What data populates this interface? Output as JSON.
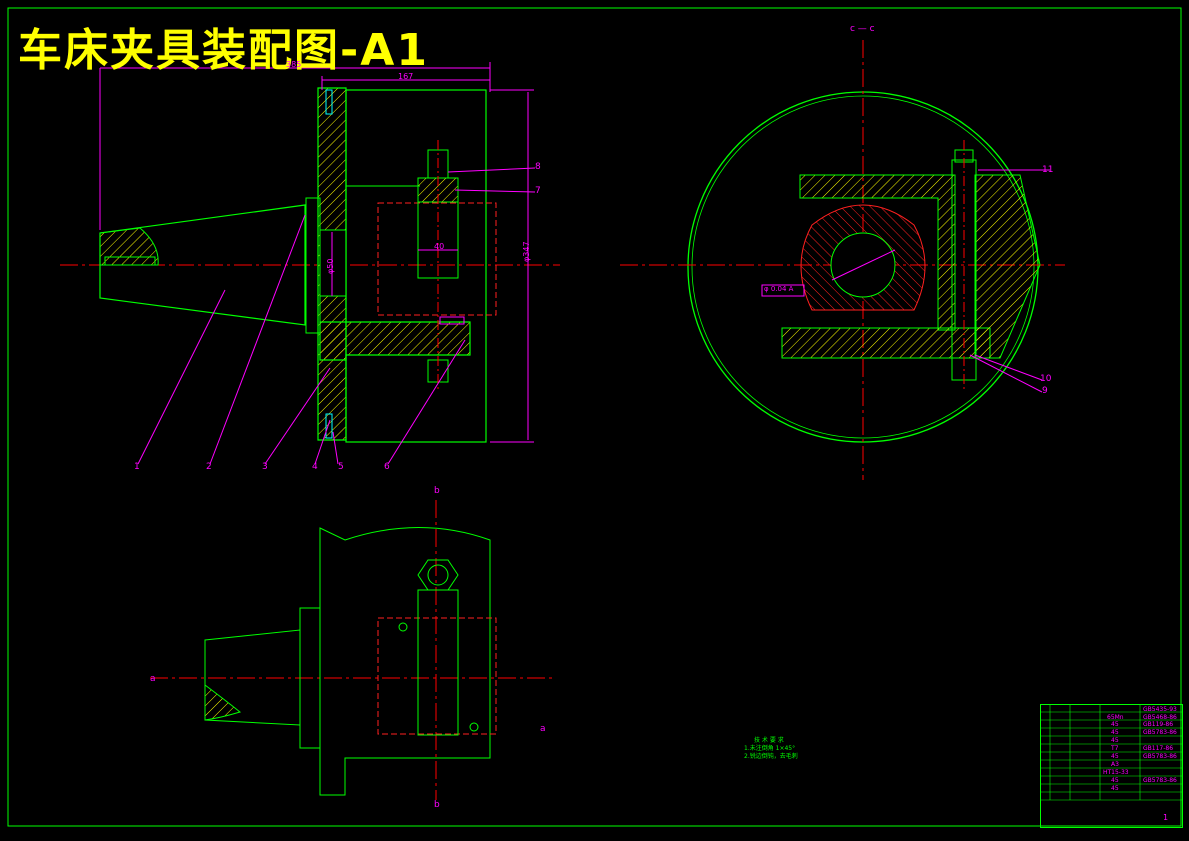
{
  "drawing": {
    "title": "车床夹具装配图-A1",
    "dimensions": {
      "overall_length": "385",
      "body_length": "167",
      "diameter_outer": "φ347",
      "diameter_bore": "φ50",
      "pin_width": "40"
    },
    "section_labels": {
      "c_top": "c — c",
      "b_top": "b",
      "b_bottom": "b",
      "a_left": "a",
      "a_right": "a"
    },
    "balloons": [
      "1",
      "2",
      "3",
      "4",
      "5",
      "6",
      "7",
      "8",
      "9",
      "10",
      "11"
    ],
    "tolerance_frame": "φ 0.04 A",
    "notes": {
      "heading": "技 术 要 求",
      "lines": [
        "1.未注倒角 1×45°",
        "2.锐边倒钝，去毛刺"
      ]
    },
    "bom_codes": [
      "GB5435-93",
      "GB5468-86",
      "GB119-86",
      "GB5783-86",
      "GB117-86",
      "GB5783-86",
      "GB5783-86"
    ],
    "bom_materials": [
      "65Mn",
      "45",
      "45",
      "45",
      "T7",
      "45",
      "A3",
      "HT15-33",
      "45",
      "45"
    ],
    "title_block": {
      "sheet": "1"
    }
  },
  "colors": {
    "outline": "#00ff00",
    "hatch": "#ffff00",
    "dimension": "#ff00ff",
    "center": "#ff0000",
    "note": "#00ffff",
    "background": "#000000"
  }
}
